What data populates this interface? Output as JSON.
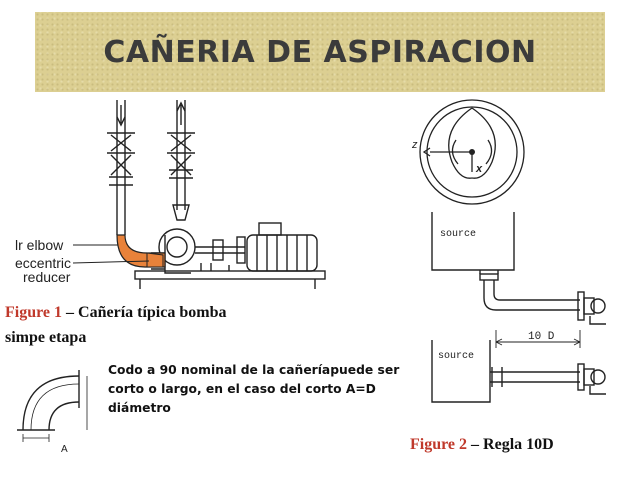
{
  "title": "CAÑERIA DE ASPIRACION",
  "figure1": {
    "fig_label": "Figure 1",
    "dash": " – ",
    "caption_line1": "Cañería típica bomba",
    "caption_line2": "simpe etapa",
    "labels": {
      "elbow": "lr elbow",
      "eccentric": "eccentric",
      "reducer": "reducer"
    }
  },
  "note": "Codo a 90 nominal de la cañeríapuede ser corto o largo, en el caso del corto A=D diámetro",
  "elbow_drawing": {
    "dimension_label": "A"
  },
  "pump_section": {
    "axis_z": "z",
    "axis_x": "x"
  },
  "figure2": {
    "fig_label": "Figure 2",
    "dash": " – ",
    "caption": "Regla 10D",
    "source_top": "source",
    "source_bottom": "source",
    "dimension": "10 D"
  },
  "colors": {
    "banner": "#dccf92",
    "figure_label": "#c0392b",
    "elbow_highlight": "#e8823a"
  }
}
